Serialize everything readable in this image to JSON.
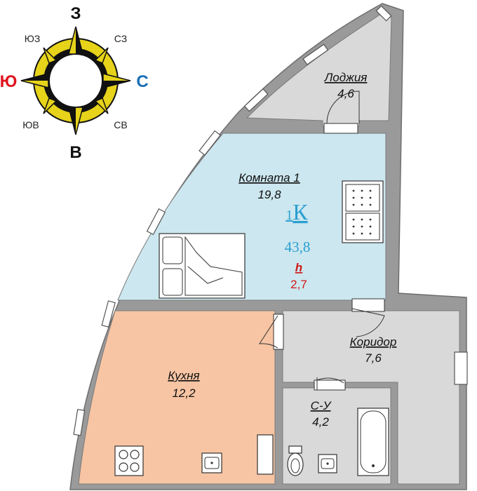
{
  "compass": {
    "north": "З",
    "south": "В",
    "west": "Ю",
    "east": "С",
    "northwest": "ЮЗ",
    "northeast": "СЗ",
    "southwest": "ЮВ",
    "southeast": "СВ",
    "colors": {
      "west": "#e0141e",
      "east": "#1a6fb5",
      "ring": "#e6d31a"
    }
  },
  "rooms": {
    "loggia": {
      "name": "Лоджия",
      "area": "4,6"
    },
    "room1": {
      "name": "Комната 1",
      "area": "19,8"
    },
    "kitchen": {
      "name": "Кухня",
      "area": "12,2"
    },
    "corridor": {
      "name": "Коридор",
      "area": "7,6"
    },
    "bathroom": {
      "name": "С-У",
      "area": "4,2"
    }
  },
  "summary": {
    "type": "1К",
    "type_prefix": "1",
    "type_letter": "К",
    "total_area": "43,8",
    "height_label": "h",
    "height_value": "2,7",
    "colors": {
      "type": "#2a9fd0",
      "height": "#d01818"
    }
  },
  "colors": {
    "room": "#cce7ef",
    "kitchen": "#f7c5a4",
    "gray": "#d9d9d9",
    "wall": "#8e8e8e"
  }
}
